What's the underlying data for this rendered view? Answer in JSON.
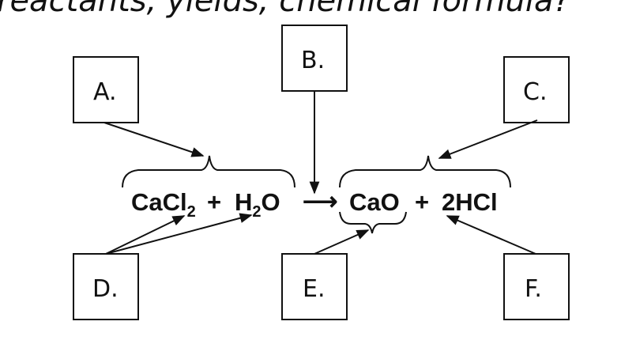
{
  "title_fragment": "reactants, yields, chemical formula?",
  "boxes": {
    "a": "A.",
    "b": "B.",
    "c": "C.",
    "d": "D.",
    "e": "E.",
    "f": "F."
  },
  "equation": {
    "reactant1_base": "CaCl",
    "reactant1_sub": "2",
    "plus1": "+",
    "reactant2_h": "H",
    "reactant2_sub": "2",
    "reactant2_o": "O",
    "arrow": "⟶",
    "product1": "CaO",
    "plus2": "+",
    "product2": "2HCl"
  },
  "colors": {
    "ink": "#111111",
    "background": "#ffffff"
  }
}
